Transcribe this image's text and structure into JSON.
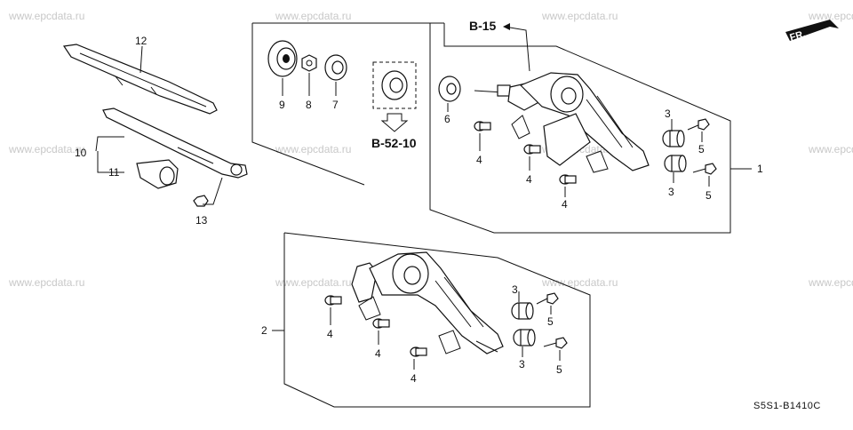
{
  "watermark": "www.epcdata.ru",
  "diagram_code": "S5S1-B1410C",
  "direction_badge": "FR.",
  "references": {
    "b15": "B-15",
    "b5210": "B-52-10"
  },
  "callouts": {
    "c1": "1",
    "c2": "2",
    "c3": "3",
    "c4": "4",
    "c5": "5",
    "c6": "6",
    "c7": "7",
    "c8": "8",
    "c9": "9",
    "c10": "10",
    "c11": "11",
    "c12": "12",
    "c13": "13"
  }
}
